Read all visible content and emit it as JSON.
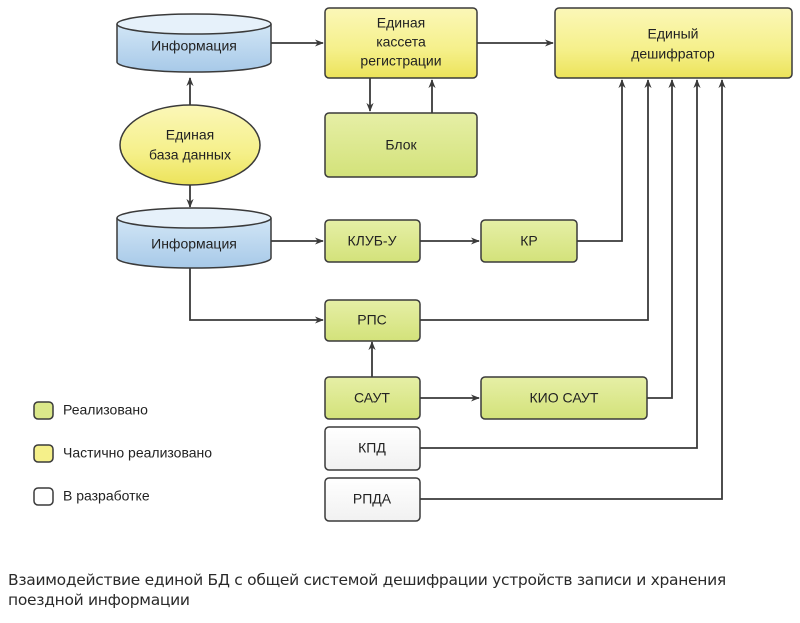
{
  "colors": {
    "implemented": "#dbe88a",
    "partial": "#f5f08a",
    "in_development": "#ffffff",
    "database": "#b9d6ee",
    "stroke": "#3a3a3a"
  },
  "nodes": {
    "info_top": {
      "label": "Информация",
      "shape": "cylinder",
      "status": "database"
    },
    "unified_db": {
      "label": [
        "Единая",
        "база данных"
      ],
      "shape": "ellipse",
      "status": "partial"
    },
    "info_bottom": {
      "label": "Информация",
      "shape": "cylinder",
      "status": "database"
    },
    "cassette": {
      "label": [
        "Единая",
        "кассета",
        "регистрации"
      ],
      "shape": "rect",
      "status": "partial"
    },
    "block": {
      "label": "Блок",
      "shape": "rect",
      "status": "implemented"
    },
    "decoder": {
      "label": [
        "Единый",
        "дешифратор"
      ],
      "shape": "rect",
      "status": "partial"
    },
    "klub": {
      "label": "КЛУБ-У",
      "shape": "rect",
      "status": "implemented"
    },
    "kr": {
      "label": "КР",
      "shape": "rect",
      "status": "implemented"
    },
    "rps": {
      "label": "РПС",
      "shape": "rect",
      "status": "implemented"
    },
    "saut": {
      "label": "САУТ",
      "shape": "rect",
      "status": "implemented"
    },
    "kio_saut": {
      "label": "КИО САУТ",
      "shape": "rect",
      "status": "implemented"
    },
    "kpd": {
      "label": "КПД",
      "shape": "rect",
      "status": "in_development"
    },
    "rpda": {
      "label": "РПДА",
      "shape": "rect",
      "status": "in_development"
    }
  },
  "edges": [
    {
      "from": "unified_db",
      "to": "info_top"
    },
    {
      "from": "unified_db",
      "to": "info_bottom"
    },
    {
      "from": "info_top",
      "to": "cassette"
    },
    {
      "from": "cassette",
      "to": "decoder"
    },
    {
      "from": "cassette",
      "to": "block"
    },
    {
      "from": "block",
      "to": "cassette"
    },
    {
      "from": "info_bottom",
      "to": "klub"
    },
    {
      "from": "info_bottom",
      "to": "rps"
    },
    {
      "from": "klub",
      "to": "kr"
    },
    {
      "from": "kr",
      "to": "decoder"
    },
    {
      "from": "rps",
      "to": "decoder"
    },
    {
      "from": "saut",
      "to": "rps"
    },
    {
      "from": "saut",
      "to": "kio_saut"
    },
    {
      "from": "kio_saut",
      "to": "decoder"
    },
    {
      "from": "kpd",
      "to": "decoder"
    },
    {
      "from": "rpda",
      "to": "decoder"
    }
  ],
  "legend": [
    {
      "label": "Реализовано",
      "status": "implemented"
    },
    {
      "label": "Частично реализовано",
      "status": "partial"
    },
    {
      "label": "В разработке",
      "status": "in_development"
    }
  ],
  "caption": "Взаимодействие единой БД с общей системой дешифрации устройств записи и хранения поездной информации"
}
